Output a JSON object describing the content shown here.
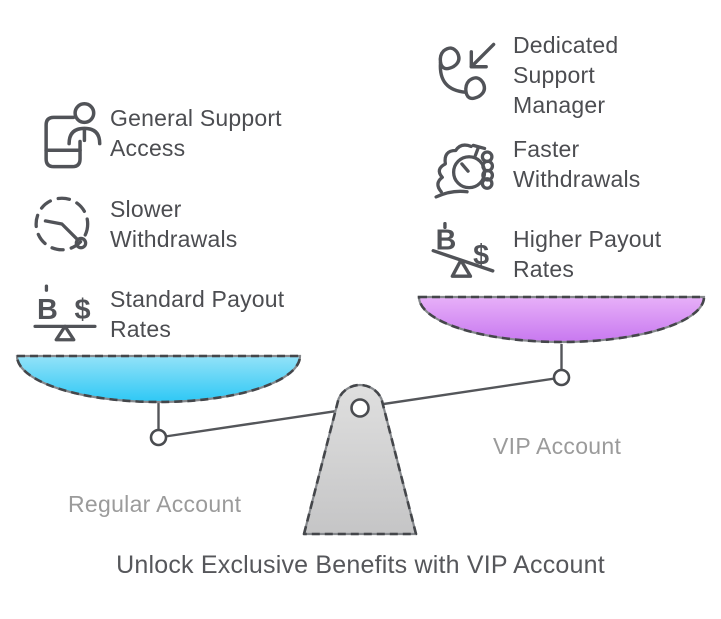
{
  "title": "Unlock Exclusive Benefits with VIP Account",
  "glyphs": {
    "crypto": "B",
    "dollar": "$"
  },
  "colors": {
    "left_bowl_top": "#93e2f8",
    "left_bowl_bottom": "#2ec8f5",
    "right_bowl_top": "#e7b0f8",
    "right_bowl_bottom": "#c878f0",
    "pedestal_top": "#dfdfdf",
    "pedestal_bottom": "#c5c5c6",
    "outline": "#4a4c50",
    "benefit_text": "#4c4d51",
    "account_label_text": "#9b9b9b"
  },
  "left_pan": {
    "account_label": "Regular Account",
    "benefits": [
      {
        "icon": "phone-user-icon",
        "label": "General Support Access"
      },
      {
        "icon": "slow-clock-icon",
        "label": "Slower Withdrawals"
      },
      {
        "icon": "balance-level-icon",
        "label": "Standard Payout Rates"
      }
    ]
  },
  "right_pan": {
    "account_label": "VIP Account",
    "benefits": [
      {
        "icon": "incoming-call-icon",
        "label": "Dedicated Support Manager"
      },
      {
        "icon": "stopwatch-hand-icon",
        "label": "Faster Withdrawals"
      },
      {
        "icon": "tilted-balance-icon",
        "label": "Higher Payout Rates"
      }
    ]
  }
}
